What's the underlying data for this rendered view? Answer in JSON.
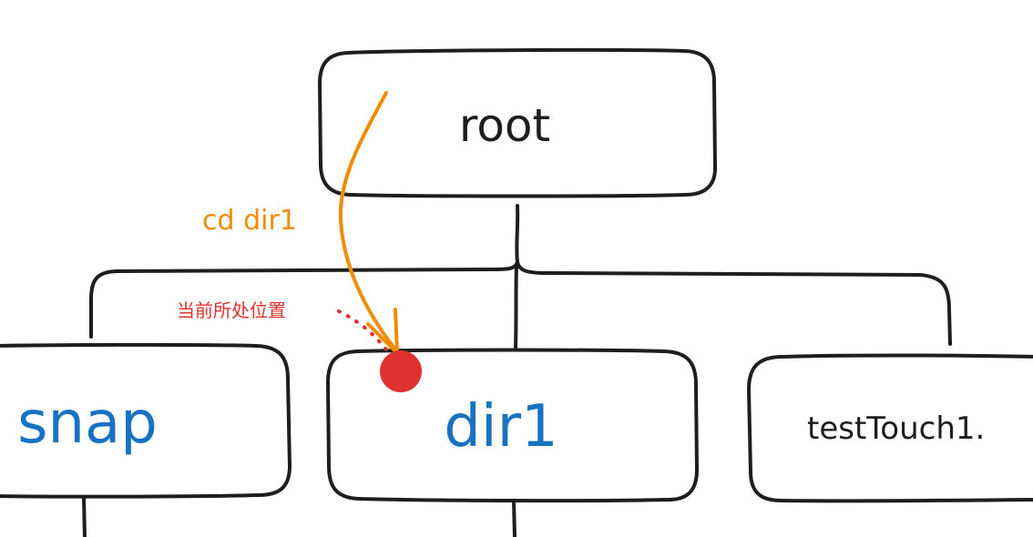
{
  "nodes": {
    "root": {
      "label": "root"
    },
    "snap": {
      "label": "snap"
    },
    "dir1": {
      "label": "dir1"
    },
    "file": {
      "label": "testTouch1."
    }
  },
  "annotations": {
    "command": "cd dir1",
    "current_position": "当前所处位置"
  },
  "colors": {
    "stroke": "#1e1e1e",
    "folder_text": "#1971c2",
    "command": "#f08c00",
    "marker": "#e03131"
  }
}
